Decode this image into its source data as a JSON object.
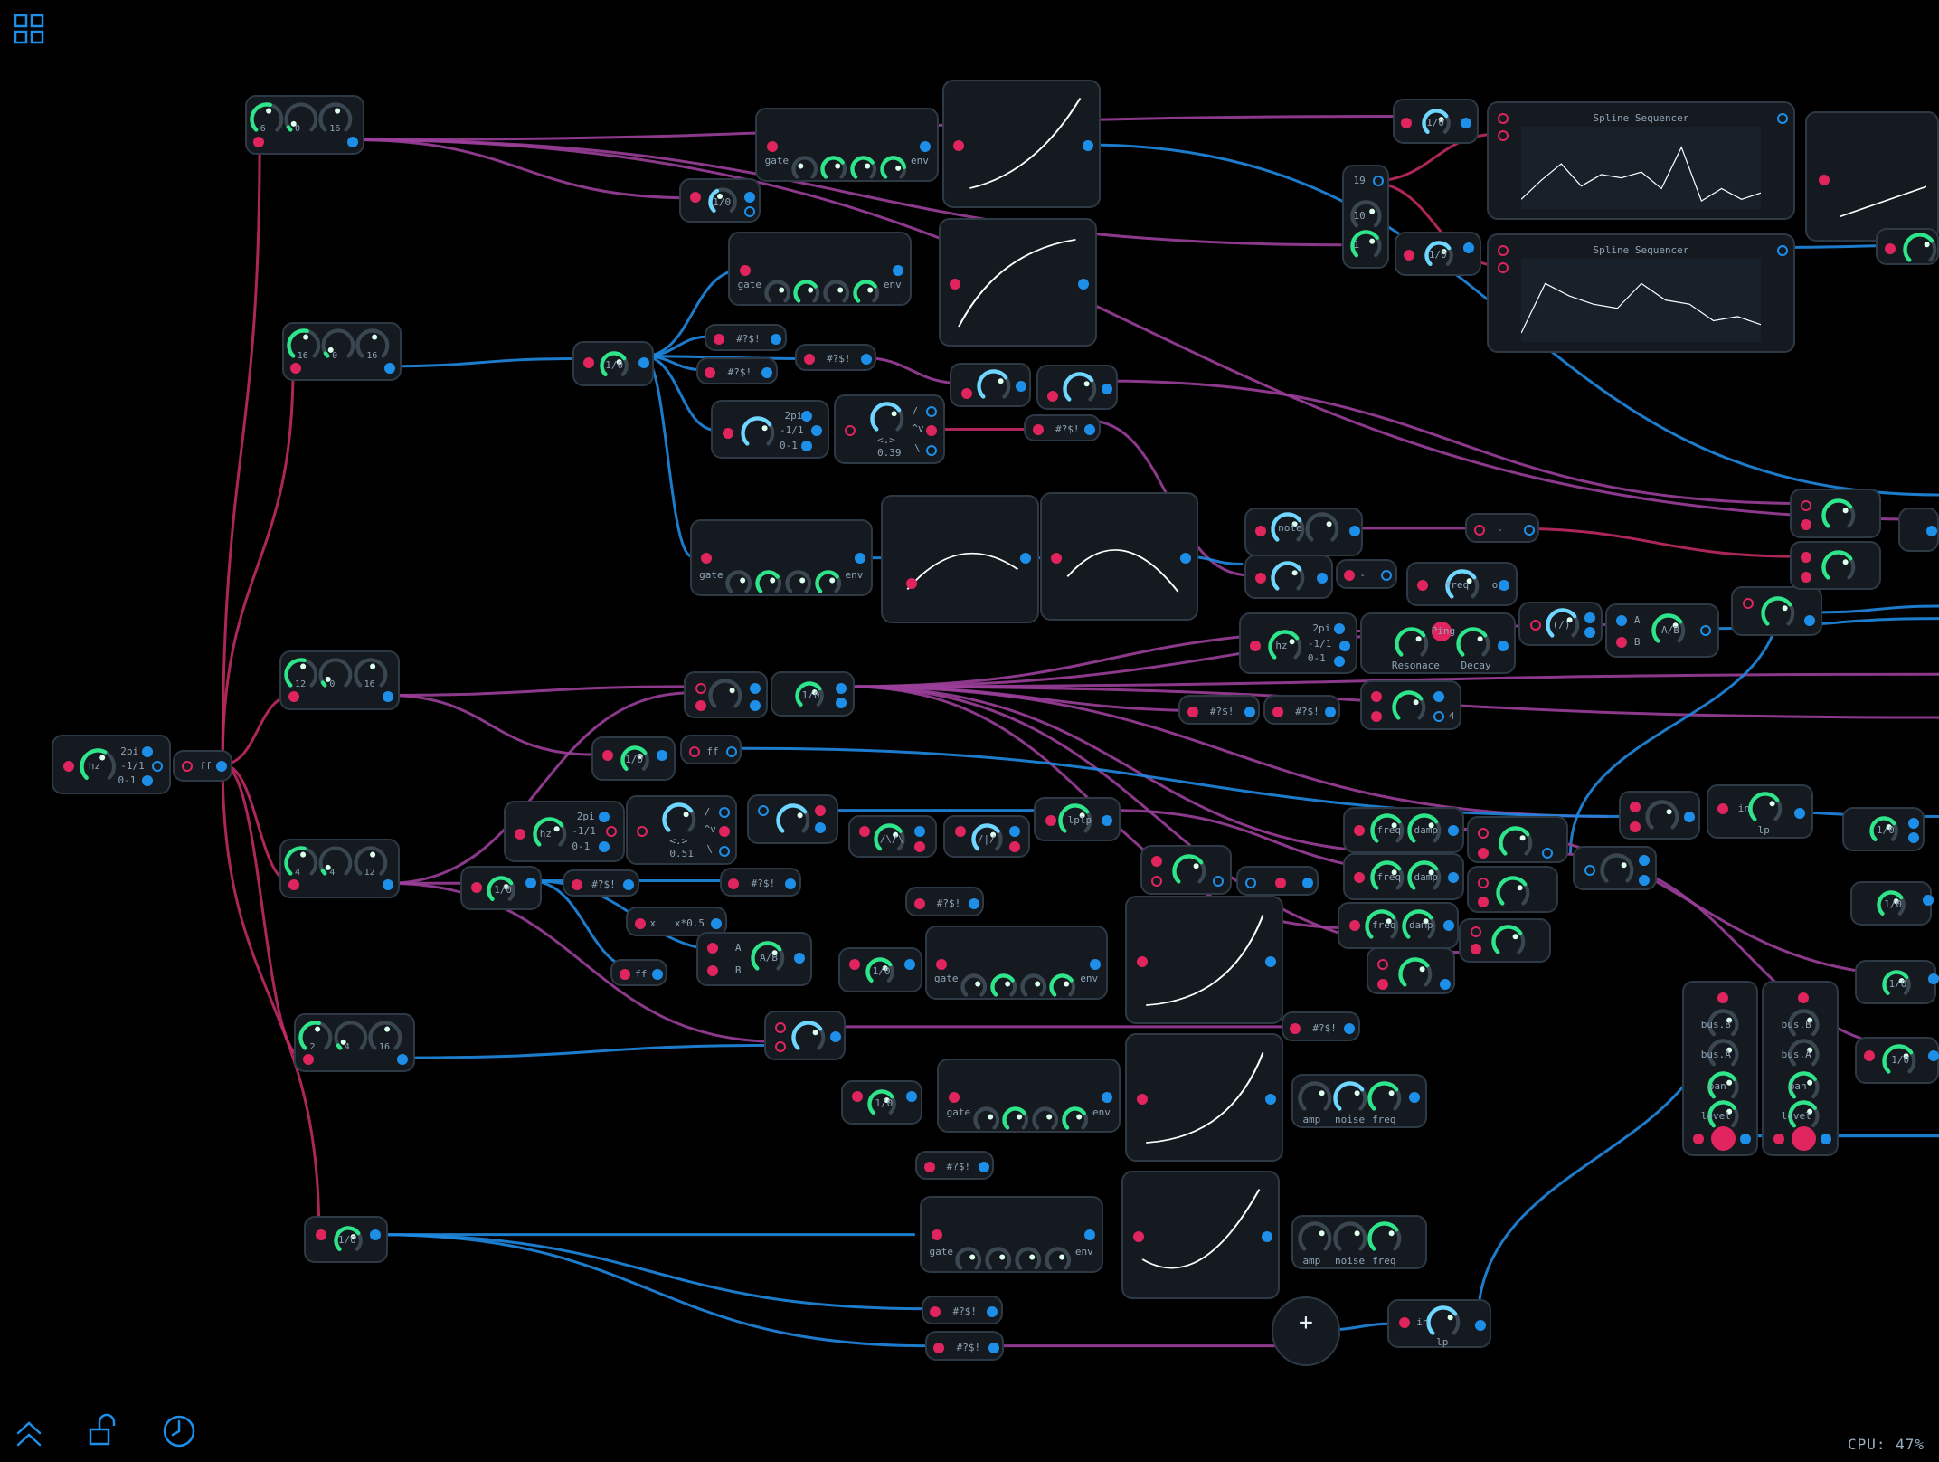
{
  "status": {
    "cpu": "CPU: 47%"
  },
  "toolbar": {
    "top_icon": "grid-icon",
    "bottom_icons": [
      "chevrons-up-icon",
      "unlock-icon",
      "clock-icon"
    ]
  },
  "colors": {
    "background": "#000000",
    "module_bg": "#141a20",
    "module_border": "#2d3a45",
    "knob_green": "#2ee58a",
    "knob_cyan": "#6fd6ff",
    "knob_track": "#3a4650",
    "jack_in": "#e0245e",
    "jack_out": "#1d8fe8",
    "wire_blue": "#1f88e0",
    "wire_purple": "#9b3f9a",
    "wire_magenta": "#c02a63"
  },
  "labels": {
    "toggle": "1/0",
    "freq": "freq",
    "damp": "damp",
    "amp": "amp",
    "noise": "noise",
    "gate": "gate",
    "env": "env",
    "hz": "hz",
    "two_pi": "2pi",
    "bipolar": "-1/1",
    "unipolar": "0-1",
    "ff": "ff",
    "rand": "#?$!",
    "resonace": "Resonace",
    "decay": "Decay",
    "ping": "Ping",
    "in": "in",
    "lp": "lp",
    "op": "op",
    "bus_b": "bus.B",
    "bus_a": "bus.A",
    "pan": "pan",
    "level": "level",
    "ab": "A/B",
    "a": "A",
    "b": "B",
    "x": "x",
    "xmul": "x*0.5",
    "sym": "<.>",
    "wave_slash": "/",
    "wave_vee": "^v",
    "wave_back": "\\",
    "plus": "+",
    "note": "note",
    "fourval": "4",
    "lplp": "lplp",
    "shapes_a": "/\\/\\",
    "shapes_b": "/|/",
    "slash_pair": "(/)",
    "minus": "-"
  },
  "sequencers": [
    {
      "title": "Spline Sequencer",
      "points": [
        0.12,
        0.35,
        0.55,
        0.28,
        0.42,
        0.38,
        0.45,
        0.25,
        0.75,
        0.1,
        0.25,
        0.12,
        0.2
      ]
    },
    {
      "title": "Spline Sequencer",
      "points": [
        0.1,
        0.7,
        0.55,
        0.45,
        0.4,
        0.7,
        0.5,
        0.45,
        0.25,
        0.3,
        0.2
      ]
    }
  ],
  "clock_modules": [
    {
      "values": [
        "6",
        "0",
        "16"
      ]
    },
    {
      "values": [
        "16",
        "0",
        "16"
      ]
    },
    {
      "values": [
        "12",
        "0",
        "16"
      ]
    },
    {
      "values": [
        "4",
        "4",
        "12"
      ]
    },
    {
      "values": [
        "2",
        "4",
        "16"
      ]
    }
  ],
  "step_values": {
    "a": "19",
    "b": "10",
    "c": "1"
  },
  "readouts": {
    "sym_a": "0.39",
    "sym_b": "0.51"
  }
}
